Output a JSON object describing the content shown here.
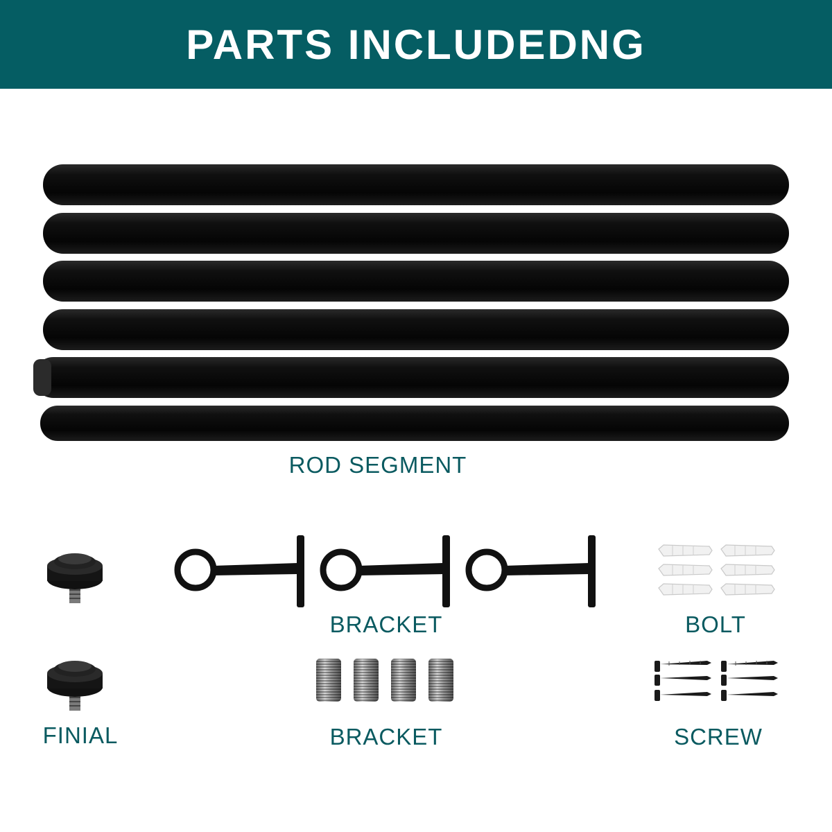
{
  "header": {
    "title": "PARTS INCLUDEDNG"
  },
  "labels": {
    "rod_segment": "ROD SEGMENT",
    "bracket_top": "BRACKET",
    "bolt": "BOLT",
    "finial": "FINIAL",
    "bracket_bottom": "BRACKET",
    "screw": "SCREW"
  },
  "colors": {
    "header_bg": "#055d63",
    "label_text": "#0a5a60",
    "rod": "#0d0d0d"
  },
  "counts": {
    "rods": 6,
    "brackets": 3,
    "finials": 2,
    "connectors": 4,
    "bolts": 6,
    "screws": 6
  }
}
